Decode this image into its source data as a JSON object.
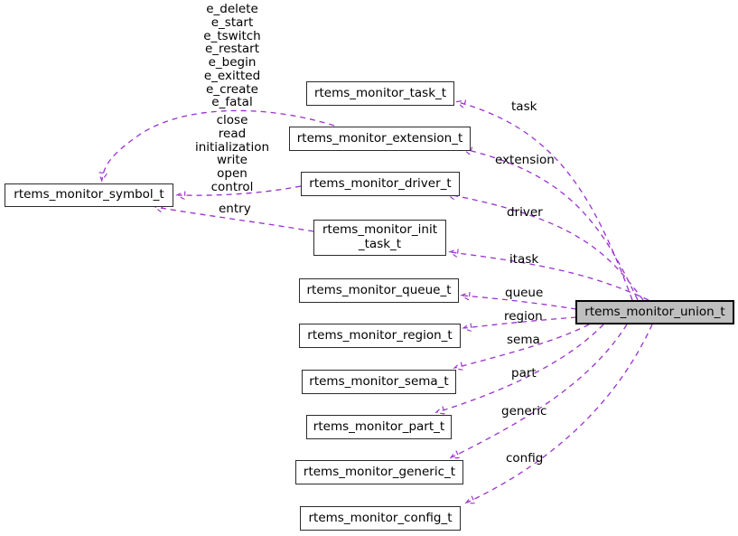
{
  "diagram": {
    "kind": "doxygen-collaboration-diagram",
    "edge_color": "#9a32cd",
    "union_fill": "#bfbfbf",
    "nodes": {
      "union": {
        "label": "rtems_monitor_union_t"
      },
      "symbol": {
        "label": "rtems_monitor_symbol_t"
      },
      "task": {
        "label": "rtems_monitor_task_t"
      },
      "extension": {
        "label": "rtems_monitor_extension_t"
      },
      "driver": {
        "label": "rtems_monitor_driver_t"
      },
      "init_task": {
        "label_lines": [
          "rtems_monitor_init",
          "_task_t"
        ]
      },
      "queue": {
        "label": "rtems_monitor_queue_t"
      },
      "region": {
        "label": "rtems_monitor_region_t"
      },
      "sema": {
        "label": "rtems_monitor_sema_t"
      },
      "part": {
        "label": "rtems_monitor_part_t"
      },
      "generic": {
        "label": "rtems_monitor_generic_t"
      },
      "config": {
        "label": "rtems_monitor_config_t"
      }
    },
    "edge_labels": {
      "task": "task",
      "extension": "extension",
      "driver": "driver",
      "itask": "itask",
      "queue": "queue",
      "region": "region",
      "sema": "sema",
      "part": "part",
      "generic": "generic",
      "config": "config",
      "extension_to_symbol": [
        "e_delete",
        "e_start",
        "e_tswitch",
        "e_restart",
        "e_begin",
        "e_exitted",
        "e_create",
        "e_fatal"
      ],
      "driver_to_symbol": [
        "close",
        "read",
        "initialization",
        "write",
        "open",
        "control"
      ],
      "init_task_to_symbol": "entry"
    }
  }
}
